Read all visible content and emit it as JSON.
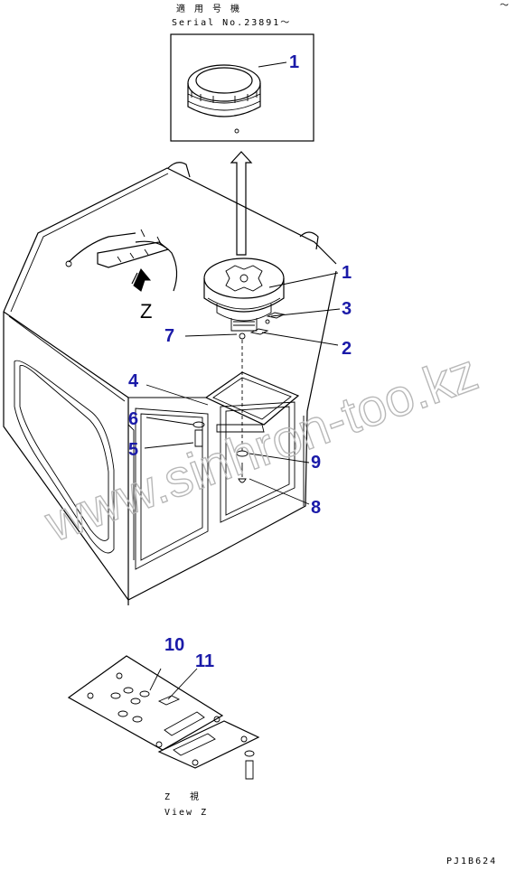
{
  "header": {
    "applicable_jp": "適 用 号 機",
    "serial": "Serial No.23891～",
    "corner_mark": "～"
  },
  "callouts": {
    "inset_1": "1",
    "item_1": "1",
    "item_2": "2",
    "item_3": "3",
    "item_4": "4",
    "item_5": "5",
    "item_6": "6",
    "item_7": "7",
    "item_8": "8",
    "item_9": "9",
    "item_10": "10",
    "item_11": "11"
  },
  "view_label": "Z",
  "view_caption": {
    "jp": "Z　 視",
    "en": "View Z"
  },
  "watermark": "www.sinhron-too.kz",
  "drawing_code": "PJ1B624",
  "colors": {
    "callout": "#1a1aa8",
    "line": "#000000",
    "watermark": "#b8b8b8"
  }
}
